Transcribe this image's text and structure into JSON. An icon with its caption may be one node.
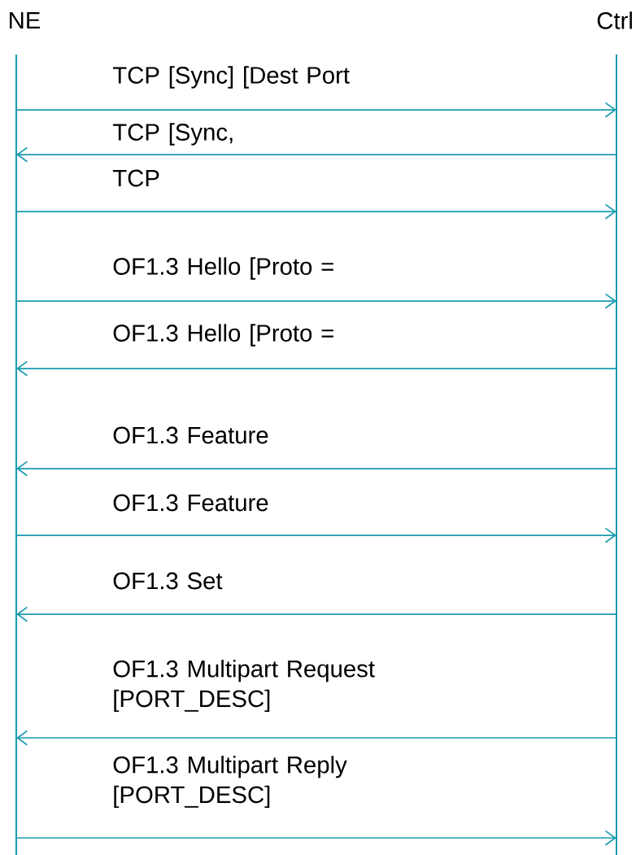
{
  "diagram": {
    "nodes": [
      {
        "text": [
          "NE"
        ]
      },
      {
        "text": [
          "Ctrl"
        ]
      }
    ],
    "edges": [
      {
        "from": 0,
        "to": 1,
        "arrow": "to",
        "label": "TCP [Sync] [Dest Port"
      },
      {
        "from": 1,
        "to": 0,
        "arrow": "to",
        "label": "TCP [Sync,"
      },
      {
        "from": 0,
        "to": 1,
        "arrow": "to",
        "label": "TCP"
      },
      {
        "from": 0,
        "to": 1,
        "arrow": "to",
        "label": "OF1.3 Hello [Proto ="
      },
      {
        "from": 1,
        "to": 0,
        "arrow": "to",
        "label": "OF1.3 Hello [Proto ="
      },
      {
        "from": 1,
        "to": 0,
        "arrow": "to",
        "label": "OF1.3 Feature"
      },
      {
        "from": 0,
        "to": 1,
        "arrow": "to",
        "label": "OF1.3 Feature"
      },
      {
        "from": 1,
        "to": 0,
        "arrow": "to",
        "label": "OF1.3 Set"
      },
      {
        "from": 1,
        "to": 0,
        "arrow": "to",
        "label": "OF1.3 Multipart Request [PORT_DESC]"
      },
      {
        "from": 0,
        "to": 1,
        "arrow": "to",
        "label": "OF1.3 Multipart Reply [PORT_DESC]"
      }
    ]
  }
}
